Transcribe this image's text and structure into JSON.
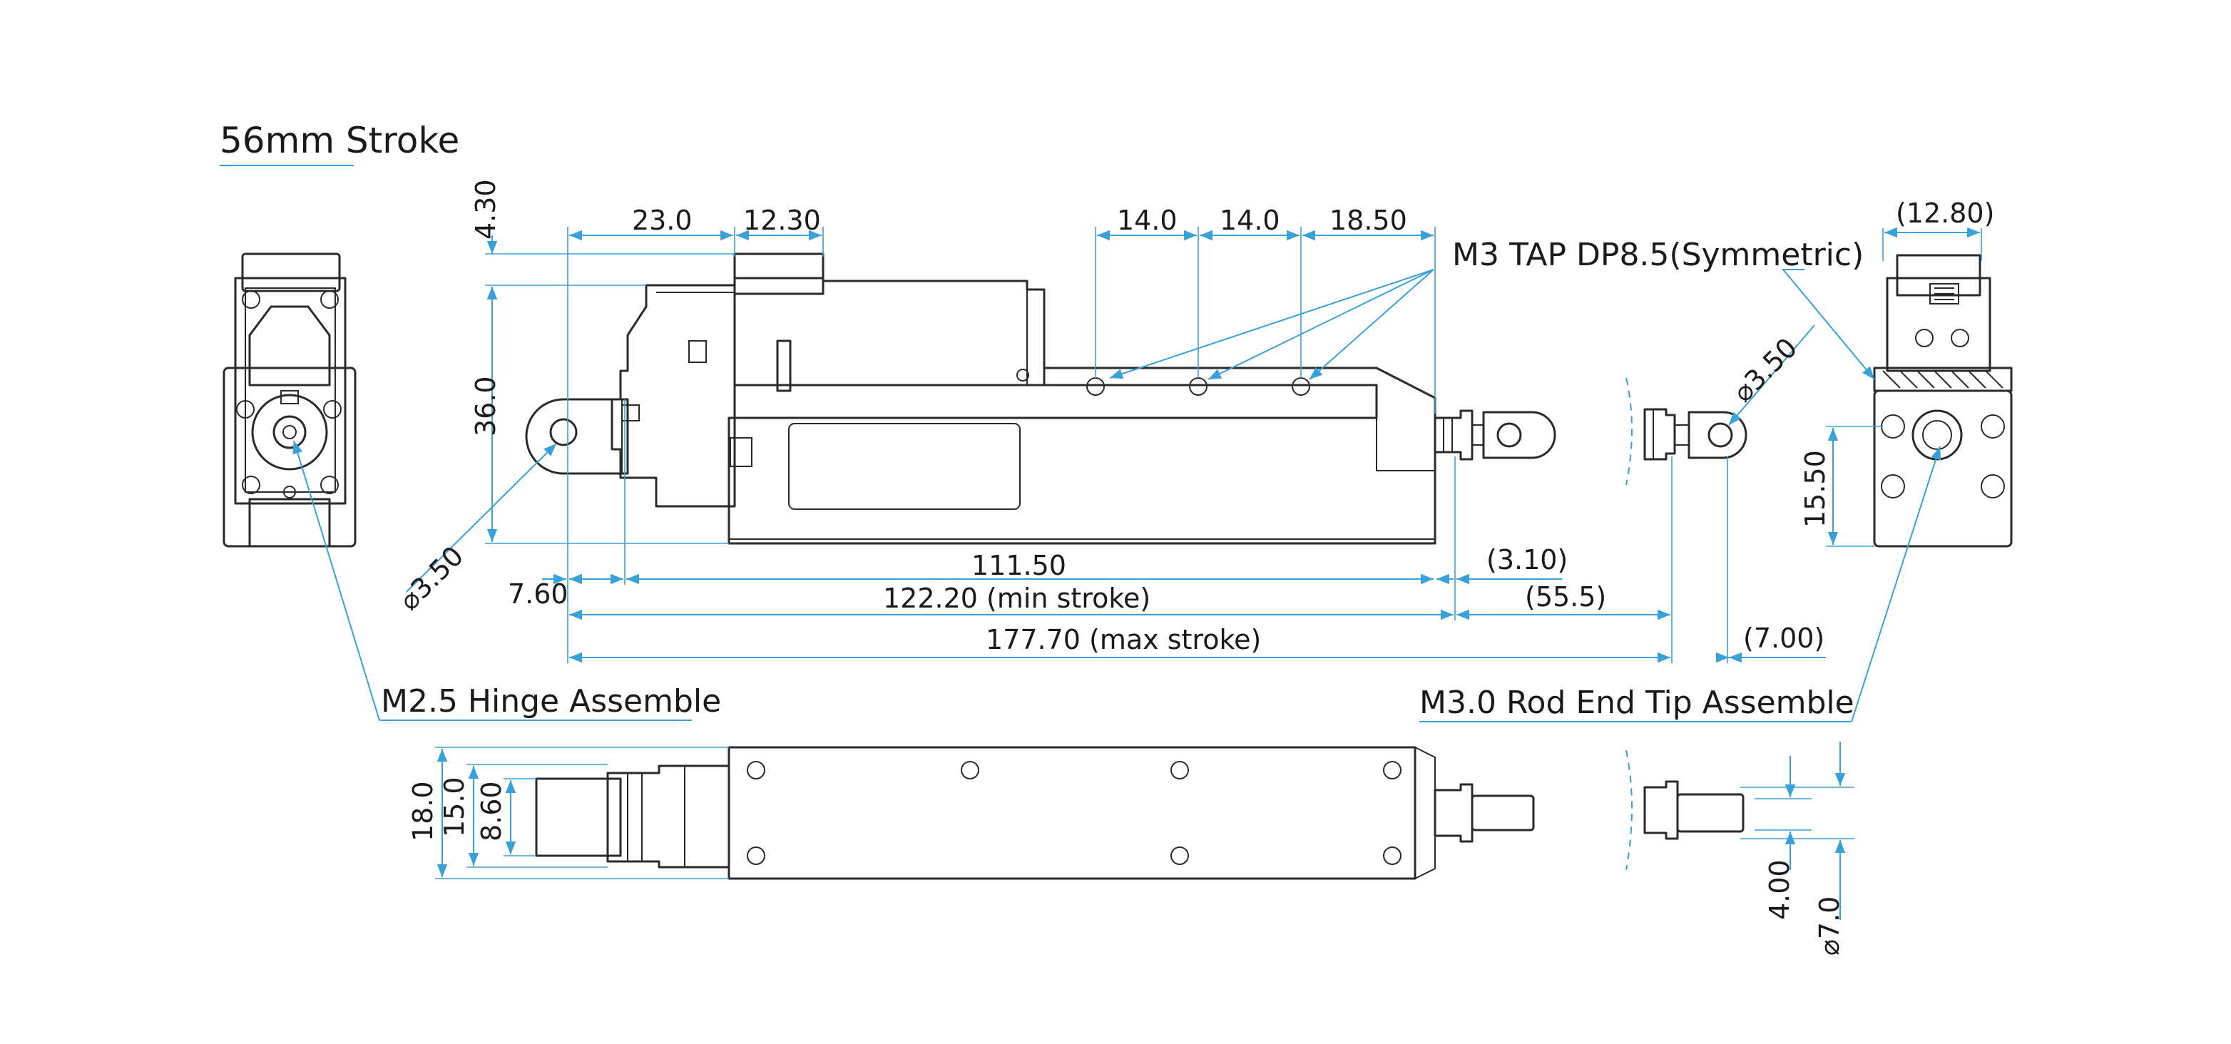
{
  "title": "56mm Stroke",
  "callouts": {
    "tap": "M3 TAP DP8.5(Symmetric)",
    "hinge": "M2.5 Hinge Assemble",
    "rod_end": "M3.0 Rod End Tip Assemble"
  },
  "dimensions": {
    "d_4_30": "4.30",
    "d_23_0": "23.0",
    "d_12_30": "12.30",
    "d_14_0_a": "14.0",
    "d_14_0_b": "14.0",
    "d_18_50": "18.50",
    "d_12_80": "(12.80)",
    "d_36_0": "36.0",
    "d_dia_3_50_left": "⌀3.50",
    "d_dia_3_50_right": "⌀3.50",
    "d_7_60": "7.60",
    "d_111_50": "111.50",
    "d_3_10": "(3.10)",
    "d_122_20": "122.20 (min stroke)",
    "d_55_5": "(55.5)",
    "d_177_70": "177.70 (max stroke)",
    "d_7_00": "(7.00)",
    "d_15_50": "15.50",
    "d_18_0": "18.0",
    "d_15_0": "15.0",
    "d_8_60": "8.60",
    "d_4_00": "4.00",
    "d_dia_7_0": "⌀7.0"
  },
  "colors": {
    "dimension_line": "#3aa0d8",
    "outline": "#2a2a2a"
  }
}
